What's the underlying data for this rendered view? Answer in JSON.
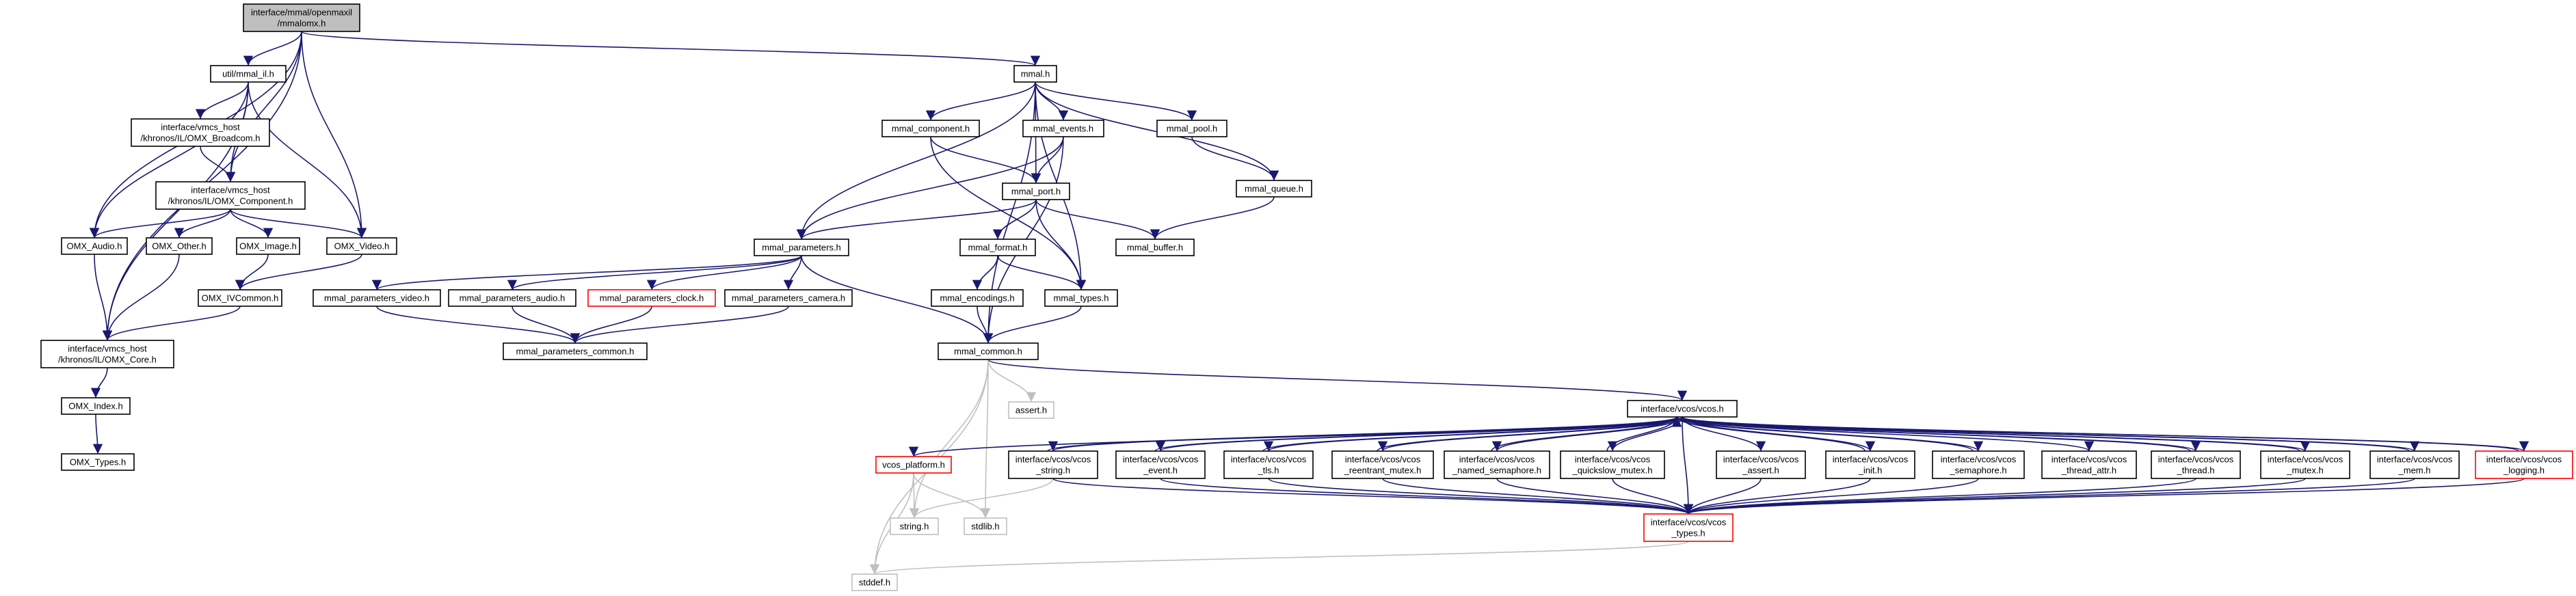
{
  "colors": {
    "edge": "#191970",
    "edge_dim": "#c0c0c0",
    "node_border": "#000000",
    "node_root_fill": "#bfbfbf",
    "node_fill": "#ffffff",
    "node_red_border": "#ff0000",
    "node_grey_border": "#bfbfbf"
  },
  "nodes": [
    {
      "id": "root",
      "lines": [
        "interface/mmal/openmaxil",
        "/mmalomx.h"
      ],
      "style": "root"
    },
    {
      "id": "mmal_il",
      "lines": [
        "util/mmal_il.h"
      ],
      "style": "normal"
    },
    {
      "id": "mmal",
      "lines": [
        "mmal.h"
      ],
      "style": "normal"
    },
    {
      "id": "broadcom",
      "lines": [
        "interface/vmcs_host",
        "/khronos/IL/OMX_Broadcom.h"
      ],
      "style": "normal"
    },
    {
      "id": "component",
      "lines": [
        "interface/vmcs_host",
        "/khronos/IL/OMX_Component.h"
      ],
      "style": "normal"
    },
    {
      "id": "omx_audio",
      "lines": [
        "OMX_Audio.h"
      ],
      "style": "normal"
    },
    {
      "id": "omx_other",
      "lines": [
        "OMX_Other.h"
      ],
      "style": "normal"
    },
    {
      "id": "omx_image",
      "lines": [
        "OMX_Image.h"
      ],
      "style": "normal"
    },
    {
      "id": "omx_video",
      "lines": [
        "OMX_Video.h"
      ],
      "style": "normal"
    },
    {
      "id": "omx_ivcommon",
      "lines": [
        "OMX_IVCommon.h"
      ],
      "style": "normal"
    },
    {
      "id": "omx_core",
      "lines": [
        "interface/vmcs_host",
        "/khronos/IL/OMX_Core.h"
      ],
      "style": "normal"
    },
    {
      "id": "omx_index",
      "lines": [
        "OMX_Index.h"
      ],
      "style": "normal"
    },
    {
      "id": "omx_types",
      "lines": [
        "OMX_Types.h"
      ],
      "style": "normal"
    },
    {
      "id": "mmal_component",
      "lines": [
        "mmal_component.h"
      ],
      "style": "normal"
    },
    {
      "id": "mmal_events",
      "lines": [
        "mmal_events.h"
      ],
      "style": "normal"
    },
    {
      "id": "mmal_pool",
      "lines": [
        "mmal_pool.h"
      ],
      "style": "normal"
    },
    {
      "id": "mmal_queue",
      "lines": [
        "mmal_queue.h"
      ],
      "style": "normal"
    },
    {
      "id": "mmal_port",
      "lines": [
        "mmal_port.h"
      ],
      "style": "normal"
    },
    {
      "id": "mmal_parameters",
      "lines": [
        "mmal_parameters.h"
      ],
      "style": "normal"
    },
    {
      "id": "mmal_format",
      "lines": [
        "mmal_format.h"
      ],
      "style": "normal"
    },
    {
      "id": "mmal_buffer",
      "lines": [
        "mmal_buffer.h"
      ],
      "style": "normal"
    },
    {
      "id": "p_video",
      "lines": [
        "mmal_parameters_video.h"
      ],
      "style": "normal"
    },
    {
      "id": "p_audio",
      "lines": [
        "mmal_parameters_audio.h"
      ],
      "style": "normal"
    },
    {
      "id": "p_clock",
      "lines": [
        "mmal_parameters_clock.h"
      ],
      "style": "red"
    },
    {
      "id": "p_camera",
      "lines": [
        "mmal_parameters_camera.h"
      ],
      "style": "normal"
    },
    {
      "id": "mmal_encodings",
      "lines": [
        "mmal_encodings.h"
      ],
      "style": "normal"
    },
    {
      "id": "mmal_types",
      "lines": [
        "mmal_types.h"
      ],
      "style": "normal"
    },
    {
      "id": "p_common",
      "lines": [
        "mmal_parameters_common.h"
      ],
      "style": "normal"
    },
    {
      "id": "mmal_common",
      "lines": [
        "mmal_common.h"
      ],
      "style": "normal"
    },
    {
      "id": "assert",
      "lines": [
        "assert.h"
      ],
      "style": "grey"
    },
    {
      "id": "vcos",
      "lines": [
        "interface/vcos/vcos.h"
      ],
      "style": "normal"
    },
    {
      "id": "vcos_platform",
      "lines": [
        "vcos_platform.h"
      ],
      "style": "red"
    },
    {
      "id": "vcos_string",
      "lines": [
        "interface/vcos/vcos",
        "_string.h"
      ],
      "style": "normal"
    },
    {
      "id": "vcos_event",
      "lines": [
        "interface/vcos/vcos",
        "_event.h"
      ],
      "style": "normal"
    },
    {
      "id": "vcos_tls",
      "lines": [
        "interface/vcos/vcos",
        "_tls.h"
      ],
      "style": "normal"
    },
    {
      "id": "vcos_reentrant",
      "lines": [
        "interface/vcos/vcos",
        "_reentrant_mutex.h"
      ],
      "style": "normal"
    },
    {
      "id": "vcos_named",
      "lines": [
        "interface/vcos/vcos",
        "_named_semaphore.h"
      ],
      "style": "normal"
    },
    {
      "id": "vcos_quickslow",
      "lines": [
        "interface/vcos/vcos",
        "_quickslow_mutex.h"
      ],
      "style": "normal"
    },
    {
      "id": "vcos_assert",
      "lines": [
        "interface/vcos/vcos",
        "_assert.h"
      ],
      "style": "normal"
    },
    {
      "id": "vcos_init",
      "lines": [
        "interface/vcos/vcos",
        "_init.h"
      ],
      "style": "normal"
    },
    {
      "id": "vcos_semaphore",
      "lines": [
        "interface/vcos/vcos",
        "_semaphore.h"
      ],
      "style": "normal"
    },
    {
      "id": "vcos_thread_attr",
      "lines": [
        "interface/vcos/vcos",
        "_thread_attr.h"
      ],
      "style": "normal"
    },
    {
      "id": "vcos_thread",
      "lines": [
        "interface/vcos/vcos",
        "_thread.h"
      ],
      "style": "normal"
    },
    {
      "id": "vcos_mutex",
      "lines": [
        "interface/vcos/vcos",
        "_mutex.h"
      ],
      "style": "normal"
    },
    {
      "id": "vcos_mem",
      "lines": [
        "interface/vcos/vcos",
        "_mem.h"
      ],
      "style": "normal"
    },
    {
      "id": "vcos_logging",
      "lines": [
        "interface/vcos/vcos",
        "_logging.h"
      ],
      "style": "red"
    },
    {
      "id": "string",
      "lines": [
        "string.h"
      ],
      "style": "grey"
    },
    {
      "id": "stdlib",
      "lines": [
        "stdlib.h"
      ],
      "style": "grey"
    },
    {
      "id": "vcos_types",
      "lines": [
        "interface/vcos/vcos",
        "_types.h"
      ],
      "style": "red"
    },
    {
      "id": "stddef",
      "lines": [
        "stddef.h"
      ],
      "style": "grey"
    }
  ],
  "edges": [
    [
      "root",
      "mmal_il"
    ],
    [
      "root",
      "mmal"
    ],
    [
      "root",
      "component"
    ],
    [
      "root",
      "omx_audio"
    ],
    [
      "root",
      "omx_video"
    ],
    [
      "root",
      "omx_core"
    ],
    [
      "mmal_il",
      "broadcom"
    ],
    [
      "mmal_il",
      "component"
    ],
    [
      "mmal_il",
      "omx_audio"
    ],
    [
      "mmal_il",
      "omx_video"
    ],
    [
      "mmal_il",
      "omx_core"
    ],
    [
      "broadcom",
      "component"
    ],
    [
      "component",
      "omx_audio"
    ],
    [
      "component",
      "omx_other"
    ],
    [
      "component",
      "omx_image"
    ],
    [
      "component",
      "omx_video"
    ],
    [
      "omx_audio",
      "omx_core"
    ],
    [
      "omx_other",
      "omx_core"
    ],
    [
      "omx_image",
      "omx_ivcommon"
    ],
    [
      "omx_video",
      "omx_ivcommon"
    ],
    [
      "omx_ivcommon",
      "omx_core"
    ],
    [
      "omx_core",
      "omx_index"
    ],
    [
      "omx_index",
      "omx_types"
    ],
    [
      "mmal",
      "mmal_component"
    ],
    [
      "mmal",
      "mmal_events"
    ],
    [
      "mmal",
      "mmal_pool"
    ],
    [
      "mmal",
      "mmal_queue"
    ],
    [
      "mmal",
      "mmal_port"
    ],
    [
      "mmal",
      "mmal_parameters"
    ],
    [
      "mmal",
      "mmal_types"
    ],
    [
      "mmal",
      "mmal_common"
    ],
    [
      "mmal_component",
      "mmal_port"
    ],
    [
      "mmal_component",
      "mmal_types"
    ],
    [
      "mmal_events",
      "mmal_port"
    ],
    [
      "mmal_events",
      "mmal_parameters"
    ],
    [
      "mmal_events",
      "mmal_common"
    ],
    [
      "mmal_pool",
      "mmal_queue"
    ],
    [
      "mmal_queue",
      "mmal_buffer"
    ],
    [
      "mmal_port",
      "mmal_parameters"
    ],
    [
      "mmal_port",
      "mmal_format"
    ],
    [
      "mmal_port",
      "mmal_buffer"
    ],
    [
      "mmal_port",
      "mmal_types"
    ],
    [
      "mmal_parameters",
      "p_video"
    ],
    [
      "mmal_parameters",
      "p_audio"
    ],
    [
      "mmal_parameters",
      "p_clock"
    ],
    [
      "mmal_parameters",
      "p_camera"
    ],
    [
      "mmal_parameters",
      "mmal_common"
    ],
    [
      "mmal_format",
      "mmal_encodings"
    ],
    [
      "mmal_format",
      "mmal_types"
    ],
    [
      "p_video",
      "p_common"
    ],
    [
      "p_audio",
      "p_common"
    ],
    [
      "p_clock",
      "p_common"
    ],
    [
      "p_camera",
      "p_common"
    ],
    [
      "mmal_encodings",
      "mmal_common"
    ],
    [
      "mmal_types",
      "mmal_common"
    ],
    [
      "mmal_common",
      "assert"
    ],
    [
      "mmal_common",
      "vcos"
    ],
    [
      "mmal_common",
      "string"
    ],
    [
      "mmal_common",
      "stdlib"
    ],
    [
      "mmal_common",
      "stddef"
    ],
    [
      "vcos",
      "vcos_platform"
    ],
    [
      "vcos",
      "vcos_string"
    ],
    [
      "vcos",
      "vcos_event"
    ],
    [
      "vcos",
      "vcos_tls"
    ],
    [
      "vcos",
      "vcos_reentrant"
    ],
    [
      "vcos",
      "vcos_named"
    ],
    [
      "vcos",
      "vcos_quickslow"
    ],
    [
      "vcos",
      "vcos_assert"
    ],
    [
      "vcos",
      "vcos_init"
    ],
    [
      "vcos",
      "vcos_semaphore"
    ],
    [
      "vcos",
      "vcos_thread_attr"
    ],
    [
      "vcos",
      "vcos_thread"
    ],
    [
      "vcos",
      "vcos_mutex"
    ],
    [
      "vcos",
      "vcos_mem"
    ],
    [
      "vcos",
      "vcos_logging"
    ],
    [
      "vcos",
      "vcos_types"
    ],
    [
      "vcos_string",
      "vcos"
    ],
    [
      "vcos_event",
      "vcos"
    ],
    [
      "vcos_tls",
      "vcos"
    ],
    [
      "vcos_reentrant",
      "vcos"
    ],
    [
      "vcos_named",
      "vcos"
    ],
    [
      "vcos_quickslow",
      "vcos"
    ],
    [
      "vcos_init",
      "vcos"
    ],
    [
      "vcos_semaphore",
      "vcos"
    ],
    [
      "vcos_thread",
      "vcos"
    ],
    [
      "vcos_mutex",
      "vcos"
    ],
    [
      "vcos_mem",
      "vcos"
    ],
    [
      "vcos_logging",
      "vcos"
    ],
    [
      "vcos_platform",
      "string"
    ],
    [
      "vcos_platform",
      "stdlib"
    ],
    [
      "vcos_platform",
      "stddef"
    ],
    [
      "vcos_string",
      "string"
    ],
    [
      "vcos_string",
      "vcos_types"
    ],
    [
      "vcos_event",
      "vcos_types"
    ],
    [
      "vcos_tls",
      "vcos_types"
    ],
    [
      "vcos_reentrant",
      "vcos_types"
    ],
    [
      "vcos_named",
      "vcos_types"
    ],
    [
      "vcos_quickslow",
      "vcos_types"
    ],
    [
      "vcos_assert",
      "vcos_types"
    ],
    [
      "vcos_init",
      "vcos_types"
    ],
    [
      "vcos_semaphore",
      "vcos_types"
    ],
    [
      "vcos_thread",
      "vcos_types"
    ],
    [
      "vcos_mutex",
      "vcos_types"
    ],
    [
      "vcos_mem",
      "vcos_types"
    ],
    [
      "vcos_logging",
      "vcos_types"
    ],
    [
      "vcos_types",
      "stddef"
    ]
  ]
}
